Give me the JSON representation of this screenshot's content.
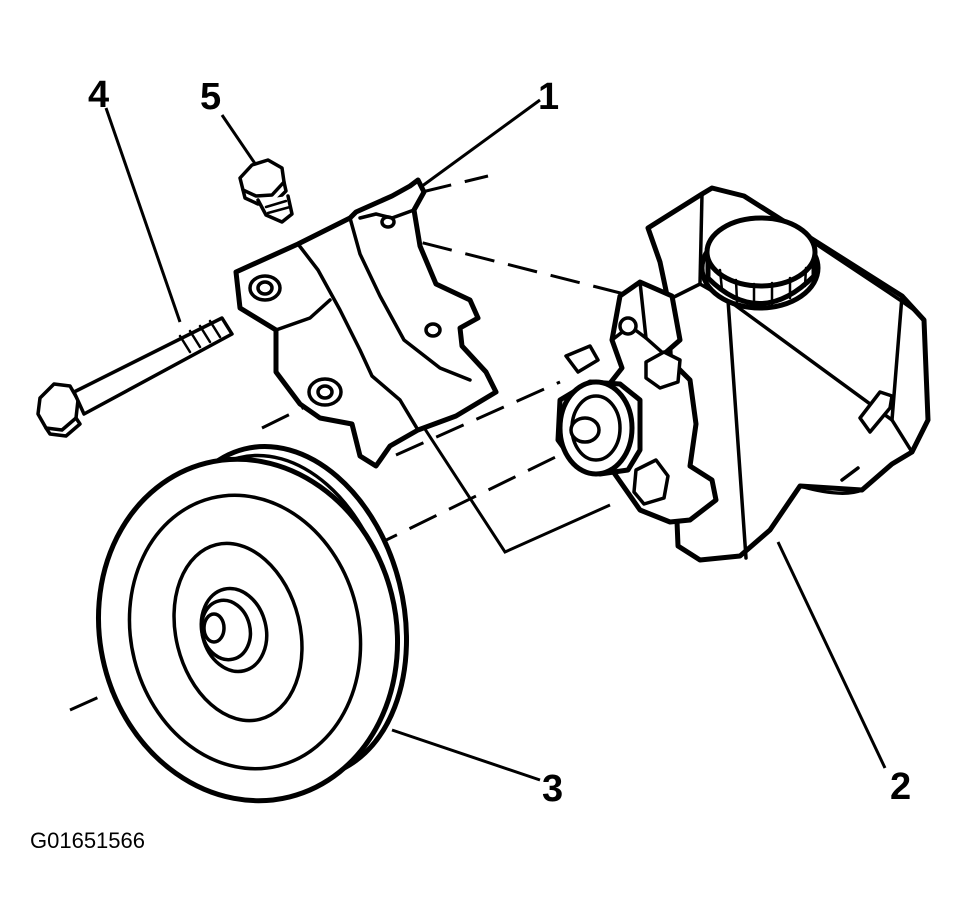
{
  "callouts": {
    "c1": "1",
    "c2": "2",
    "c3": "3",
    "c4": "4",
    "c5": "5"
  },
  "figure_id": "G01651566"
}
